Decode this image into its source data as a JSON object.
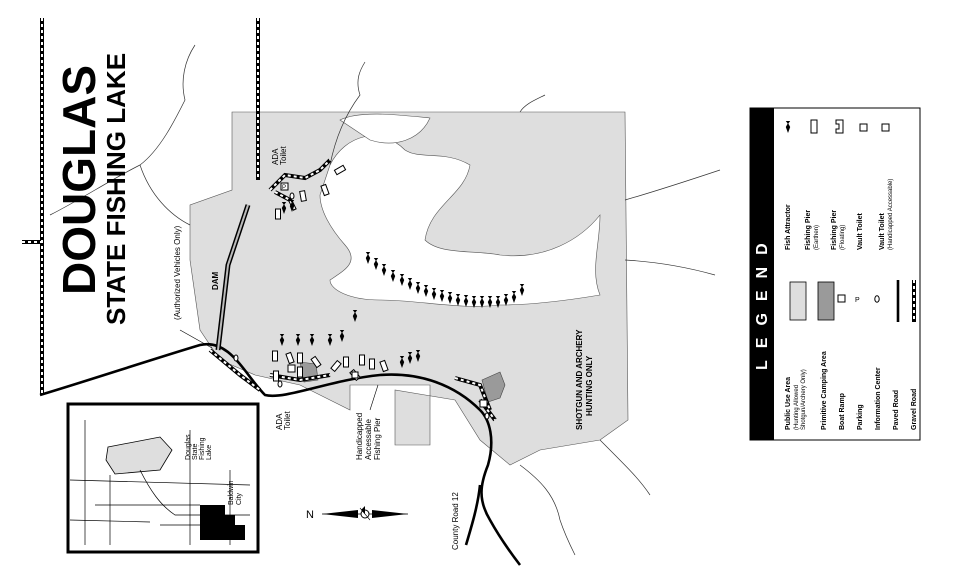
{
  "title": {
    "line1": "DOUGLAS",
    "line2": "STATE FISHING LAKE"
  },
  "labels": {
    "ada_toilet_top": [
      "ADA",
      "Toilet"
    ],
    "ada_toilet_bottom": [
      "ADA",
      "Toilet"
    ],
    "authorized": "(Authorized Vehicles Only)",
    "dam": "DAM",
    "shotgun": [
      "SHOTGUN AND ARCHERY",
      "HUNTING ONLY"
    ],
    "handicapped": [
      "Handicapped",
      "Accessable",
      "Fishing Pier"
    ],
    "county_road": "County Road 12",
    "north": "N"
  },
  "inset": {
    "lake": [
      "Douglas",
      "State",
      "Fishing",
      "Lake"
    ],
    "city": [
      "Baldwin",
      "City"
    ]
  },
  "legend": {
    "title": "LEGEND",
    "items": [
      {
        "label": "Public Use Area",
        "note1": "(Hunting Allowed",
        "note2": "Shotgun/Archery Only)"
      },
      {
        "label": "Primitive Camping Area"
      },
      {
        "label": "Boat Ramp"
      },
      {
        "label": "Parking"
      },
      {
        "label": "Information Center"
      },
      {
        "label": "Paved Road"
      },
      {
        "label": "Gravel Road"
      },
      {
        "label": "Fish Attractor"
      },
      {
        "label": "Fishing Pier",
        "note1": "(Earthen)"
      },
      {
        "label": "Fishing Pier",
        "note1": "(Floating)"
      },
      {
        "label": "Vault Toilet"
      },
      {
        "label": "Vault Toilet",
        "note1": "(Handicapped Accessable)"
      }
    ]
  },
  "colors": {
    "public_area": "#dedede",
    "camping": "#9a9a9a",
    "ink": "#000000"
  },
  "icons": [
    "fish-attractor-icon",
    "pier-icon",
    "toilet-icon",
    "boat-ramp-icon",
    "parking-icon",
    "info-icon",
    "compass-icon"
  ]
}
